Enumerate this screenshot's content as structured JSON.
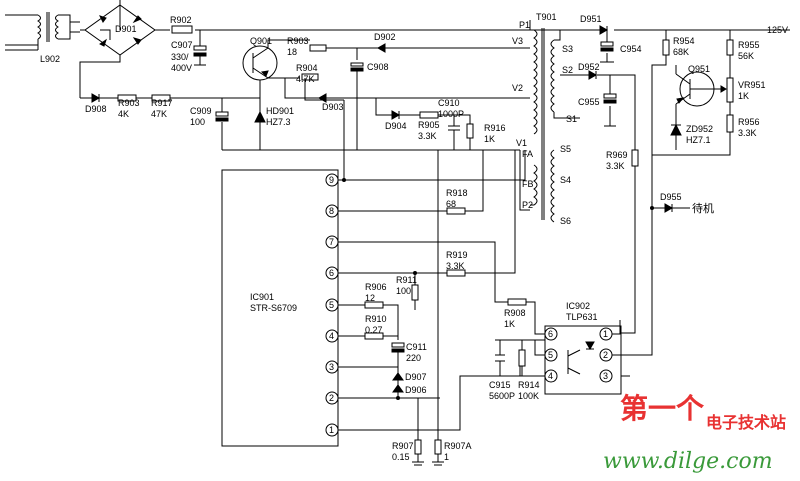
{
  "labels": {
    "L902": "L902",
    "D901": "D901",
    "R902": "R902",
    "C907": "C907",
    "C907v1": "330/",
    "C907v2": "400V",
    "Q901": "Q901",
    "R903a": "R903",
    "R903av": "18",
    "R904": "R904",
    "R904v": "4.7K",
    "C908": "C908",
    "D902": "D902",
    "D903": "D903",
    "D908": "D908",
    "R903b": "R903",
    "R903bv": "4K",
    "R917": "R917",
    "R917v": "47K",
    "C909": "C909",
    "C909v": "100",
    "HD901": "HD901",
    "HD901v": "HZ7.3",
    "D904": "D904",
    "R905": "R905",
    "R905v": "3.3K",
    "C910": "C910",
    "C910v": "1000P",
    "R916": "R916",
    "R916v": "1K",
    "T901": "T901",
    "P1": "P1",
    "V3": "V3",
    "V2": "V2",
    "V1": "V1",
    "FA": "FA",
    "FB": "FB",
    "P2": "P2",
    "S3": "S3",
    "S2": "S2",
    "S1": "S1",
    "S5": "S5",
    "S4": "S4",
    "S6": "S6",
    "D951": "D951",
    "out125": "125V",
    "C954": "C954",
    "D952": "D952",
    "C955": "C955",
    "R954": "R954",
    "R954v": "68K",
    "Q951": "Q951",
    "R955": "R955",
    "R955v": "56K",
    "VR951": "VR951",
    "VR951v": "1K",
    "ZD952": "ZD952",
    "ZD952v": "HZ7.1",
    "R956": "R956",
    "R956v": "3.3K",
    "R969": "R969",
    "R969v": "3.3K",
    "D955": "D955",
    "standby": "待机",
    "R918": "R918",
    "R918v": "68",
    "R919": "R919",
    "R919v": "3.3K",
    "R911": "R911",
    "R911v": "100",
    "R906": "R906",
    "R906v": "12",
    "R910": "R910",
    "R910v": "0.27",
    "C911": "C911",
    "C911v": "220",
    "D907": "D907",
    "D906": "D906",
    "IC901": "IC901",
    "IC901part": "STR-S6709",
    "R908": "R908",
    "R908v": "1K",
    "IC902": "IC902",
    "IC902part": "TLP631",
    "C915": "C915",
    "C915v": "5600P",
    "R914": "R914",
    "R914v": "100K",
    "R907": "R907",
    "R907v": "0.15",
    "R907A": "R907A",
    "R907Av": "1"
  },
  "ic901_pins": [
    "9",
    "8",
    "7",
    "6",
    "5",
    "4",
    "3",
    "2",
    "1"
  ],
  "ic902_pins": [
    "6",
    "5",
    "4",
    "1",
    "2",
    "3"
  ],
  "watermark": {
    "line1": "第一个",
    "line2": "电子技术站",
    "line3": "www.dilge.com"
  }
}
